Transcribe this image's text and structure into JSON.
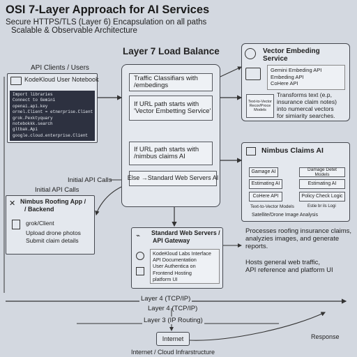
{
  "header": {
    "title": "OSI 7-Layer Approach for AI Services",
    "subtitle1": "Secure HTTPS/TLS (Layer 6) Encapsulation on all paths",
    "subtitle2": "Scalable & Observable Architecture"
  },
  "lb": {
    "title": "Layer 7 Load Balance",
    "rule1": "Traffic Classifiars with /embedings",
    "rule2a": "If URL path starts with",
    "rule2b": "'Vector Embetting Service'",
    "rule3a": "If URL path starts with",
    "rule3b": "/nimbus claims AI",
    "rule4": "Else →Standard Web Servers AI"
  },
  "clients": {
    "label": "API Clients / Users",
    "notebook_title": "KodeKloud User Notebook",
    "code": [
      "Import libraries",
      "Connect to Gemini",
      "openai.api.key",
      "ornel.Client = etnerprise.Client",
      "grok.Pexktyquary",
      "notebokkk.search",
      "gltbak.Api",
      "google.cloud.enterprise.Client"
    ]
  },
  "vector": {
    "title1": "Vector Embeding",
    "title2": "Service",
    "api1": "Gemini Embeding API",
    "api2": "Embeding API",
    "api3": "CoHere API",
    "models": "Text-to-Vector Recor/Proce Models",
    "desc": [
      "Transforms text (e.p,",
      "insurance claim notes)",
      "into numercal vectors",
      "for simiarity searches."
    ]
  },
  "nimbus": {
    "title": "Nimbus Claims AI",
    "cells": [
      "Gamage AI",
      "Damage Detet Models",
      "Estimating AI",
      "Estimating AI",
      "CoHere API",
      "Policy Check Logic"
    ],
    "tv": "Text-to-Vector Models",
    "ew": "Estie br ils Logi",
    "sat": "Satellite/Drone Image Analysis",
    "desc": [
      "Processes roofing insurance claims,",
      "analyzies images, and generate",
      "reports."
    ]
  },
  "roofing": {
    "initial1": "Initial API Calls",
    "initial2": "Initial API Calls",
    "title1": "Nimbus Roofing App /",
    "title2": "/ Backend",
    "line1": "grok/Client",
    "line2": "Upload drone photos",
    "line3": "Submit claim details"
  },
  "web": {
    "title1": "Standard Web Servers /",
    "title2": "API Gateway",
    "items": [
      "KodeKloud Labs Interface",
      "API Documentation",
      "User Authentica on",
      "Frontend Hosting",
      "platform UI"
    ],
    "desc": [
      "Hosts general web traffic,",
      "API reference and platform UI"
    ]
  },
  "layers": {
    "l4a": "Layer 4 (TCP/IP)",
    "l4b": "Layer 4 (TCP/IP)",
    "l3": "Layer 3 (IP Routing)",
    "internet": "Internet",
    "response": "Response",
    "bottom": "Internet / Cloud Infrarstructure"
  }
}
